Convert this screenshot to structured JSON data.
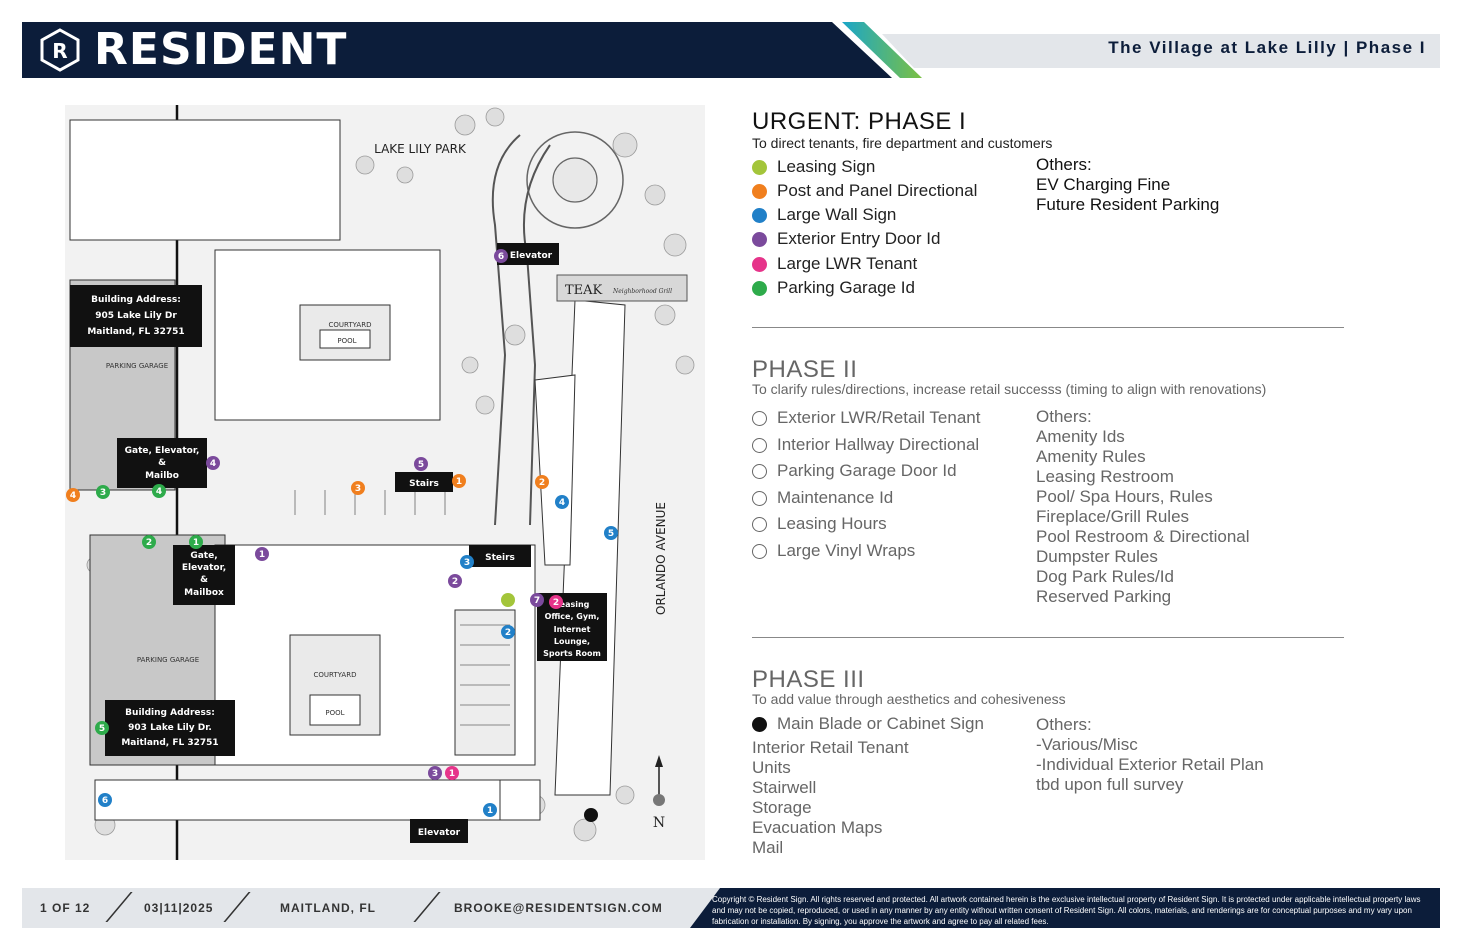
{
  "header": {
    "brand": "RESIDENT",
    "title": "The Village at Lake Lilly | Phase I",
    "logo_letter": "R"
  },
  "colors": {
    "navy": "#0c1d3a",
    "leasing_sign": "#a3c53a",
    "post_panel": "#f07f1e",
    "large_wall": "#2180c8",
    "exterior_entry": "#7b4a9c",
    "large_lwr": "#e6348a",
    "parking_garage": "#2eab4b",
    "main_blade": "#111111"
  },
  "phase1": {
    "title": "URGENT: PHASE I",
    "subtitle": "To direct tenants, fire department and customers",
    "items": [
      {
        "label": "Leasing Sign",
        "color": "#a3c53a"
      },
      {
        "label": "Post and Panel Directional",
        "color": "#f07f1e"
      },
      {
        "label": "Large Wall Sign",
        "color": "#2180c8"
      },
      {
        "label": "Exterior Entry Door Id",
        "color": "#7b4a9c"
      },
      {
        "label": "Large LWR Tenant",
        "color": "#e6348a"
      },
      {
        "label": "Parking Garage Id",
        "color": "#2eab4b"
      }
    ],
    "others_label": "Others:",
    "others": [
      "EV Charging Fine",
      "Future Resident Parking"
    ]
  },
  "phase2": {
    "title": "PHASE II",
    "subtitle": "To clarify rules/directions, increase retail successs (timing to align with renovations)",
    "items": [
      "Exterior LWR/Retail Tenant",
      "Interior Hallway Directional",
      "Parking Garage Door Id",
      "Maintenance Id",
      "Leasing Hours",
      "Large Vinyl Wraps"
    ],
    "others_label": "Others:",
    "others": [
      "Amenity Ids",
      "Amenity Rules",
      "Leasing Restroom",
      "Pool/ Spa Hours, Rules",
      "Fireplace/Grill Rules",
      "Pool Restroom & Directional",
      "Dumpster Rules",
      "Dog Park Rules/Id",
      "Reserved Parking"
    ]
  },
  "phase3": {
    "title": "PHASE III",
    "subtitle": "To add value through aesthetics and cohesiveness",
    "main_item": "Main Blade or Cabinet Sign",
    "items": [
      "Interior Retail Tenant",
      "Units",
      "Stairwell",
      "Storage",
      "Evacuation Maps",
      "Mail"
    ],
    "others_label": "Others:",
    "others": [
      "-Various/Misc",
      "-Individual Exterior Retail Plan",
      "tbd upon full survey"
    ]
  },
  "map": {
    "park_label": "LAKE LILY PARK",
    "avenue_label": "ORLANDO AVENUE",
    "courtyard_label": "COURTYARD",
    "pool_label": "POOL",
    "parking_garage_label": "PARKING GARAGE",
    "north_label": "N",
    "teak_label": "TEAK",
    "teak_sub": "Neighborhood Grill",
    "building_address_1": [
      "Building Address:",
      "905 Lake Lily Dr",
      "Maitland, FL 32751"
    ],
    "building_address_2": [
      "Building Address:",
      "903 Lake Lily Dr.",
      "Maitland, FL 32751"
    ],
    "gate_1": [
      "Gate, Elevator,",
      "&",
      "Mailbo"
    ],
    "gate_2": [
      "Gate,",
      "Elevator,",
      "&",
      "Mailbox"
    ],
    "stairs_1": "Stairs",
    "stairs_2": "Steirs",
    "elevator_top": "Elevator",
    "elevator_bottom": "Elevator",
    "leasing_office": [
      "Leasing",
      "Office, Gym,",
      "Internet",
      "Lounge,",
      "Sports Room"
    ]
  },
  "footer": {
    "page": "1 OF 12",
    "date": "03|11|2025",
    "location": "MAITLAND, FL",
    "email": "BROOKE@RESIDENTSIGN.COM",
    "copyright": "Copyright © Resident Sign. All rights reserved and protected. All artwork contained herein is the exclusive intellectual property of Resident Sign. It is protected under applicable intellectual property laws and may not be copied, reproduced, or used in any manner by any entity without written consent of Resident Sign. All colors, materials, and renderings are for conceptual purposes and my vary upon fabrication or installation. By signing, you approve the artwork and agree to pay all related fees."
  }
}
